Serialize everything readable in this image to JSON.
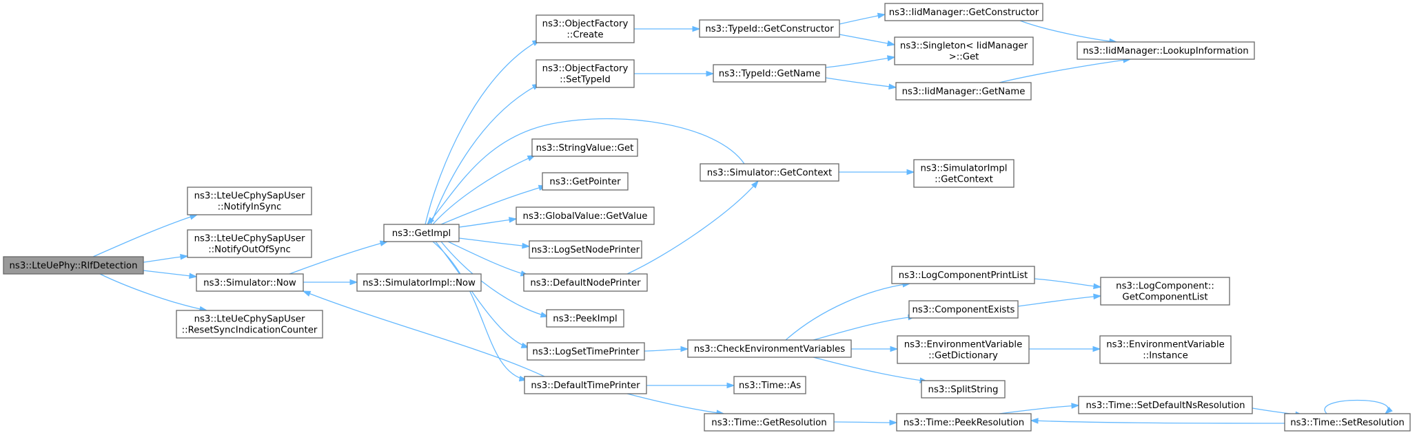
{
  "graph": {
    "nodes": [
      {
        "id": "rlf",
        "lines": [
          "ns3::LteUePhy::RlfDetection"
        ],
        "root": true
      },
      {
        "id": "insync",
        "lines": [
          "ns3::LteUeCphySapUser",
          "::NotifyInSync"
        ]
      },
      {
        "id": "outofsync",
        "lines": [
          "ns3::LteUeCphySapUser",
          "::NotifyOutOfSync"
        ]
      },
      {
        "id": "simnow",
        "lines": [
          "ns3::Simulator::Now"
        ]
      },
      {
        "id": "resetsync",
        "lines": [
          "ns3::LteUeCphySapUser",
          "::ResetSyncIndicationCounter"
        ]
      },
      {
        "id": "getimpl",
        "lines": [
          "ns3::GetImpl"
        ]
      },
      {
        "id": "simimplnow",
        "lines": [
          "ns3::SimulatorImpl::Now"
        ]
      },
      {
        "id": "ofcreate",
        "lines": [
          "ns3::ObjectFactory",
          "::Create"
        ]
      },
      {
        "id": "ofsettypeid",
        "lines": [
          "ns3::ObjectFactory",
          "::SetTypeId"
        ]
      },
      {
        "id": "strget",
        "lines": [
          "ns3::StringValue::Get"
        ]
      },
      {
        "id": "getpointer",
        "lines": [
          "ns3::GetPointer"
        ]
      },
      {
        "id": "gvgetvalue",
        "lines": [
          "ns3::GlobalValue::GetValue"
        ]
      },
      {
        "id": "logsetnode",
        "lines": [
          "ns3::LogSetNodePrinter"
        ]
      },
      {
        "id": "defnode",
        "lines": [
          "ns3::DefaultNodePrinter"
        ]
      },
      {
        "id": "peekimpl",
        "lines": [
          "ns3::PeekImpl"
        ]
      },
      {
        "id": "logsettime",
        "lines": [
          "ns3::LogSetTimePrinter"
        ]
      },
      {
        "id": "deftime",
        "lines": [
          "ns3::DefaultTimePrinter"
        ]
      },
      {
        "id": "tidctor",
        "lines": [
          "ns3::TypeId::GetConstructor"
        ]
      },
      {
        "id": "tidname",
        "lines": [
          "ns3::TypeId::GetName"
        ]
      },
      {
        "id": "simctx",
        "lines": [
          "ns3::Simulator::GetContext"
        ]
      },
      {
        "id": "checkenv",
        "lines": [
          "ns3::CheckEnvironmentVariables"
        ]
      },
      {
        "id": "timeas",
        "lines": [
          "ns3::Time::As"
        ]
      },
      {
        "id": "timegetres",
        "lines": [
          "ns3::Time::GetResolution"
        ]
      },
      {
        "id": "iidctor",
        "lines": [
          "ns3::IidManager::GetConstructor"
        ]
      },
      {
        "id": "singleton",
        "lines": [
          "ns3::Singleton< IidManager",
          ">::Get"
        ]
      },
      {
        "id": "iidname",
        "lines": [
          "ns3::IidManager::GetName"
        ]
      },
      {
        "id": "simimplctx",
        "lines": [
          "ns3::SimulatorImpl",
          "::GetContext"
        ]
      },
      {
        "id": "logcompprint",
        "lines": [
          "ns3::LogComponentPrintList"
        ]
      },
      {
        "id": "compexists",
        "lines": [
          "ns3::ComponentExists"
        ]
      },
      {
        "id": "envgetdict",
        "lines": [
          "ns3::EnvironmentVariable",
          "::GetDictionary"
        ]
      },
      {
        "id": "splitstring",
        "lines": [
          "ns3::SplitString"
        ]
      },
      {
        "id": "peekres",
        "lines": [
          "ns3::Time::PeekResolution"
        ]
      },
      {
        "id": "iidlookup",
        "lines": [
          "ns3::IidManager::LookupInformation"
        ]
      },
      {
        "id": "logcomplist",
        "lines": [
          "ns3::LogComponent::",
          "GetComponentList"
        ]
      },
      {
        "id": "envinstance",
        "lines": [
          "ns3::EnvironmentVariable",
          "::Instance"
        ]
      },
      {
        "id": "setdefns",
        "lines": [
          "ns3::Time::SetDefaultNsResolution"
        ]
      },
      {
        "id": "setres",
        "lines": [
          "ns3::Time::SetResolution"
        ]
      }
    ],
    "edges": [
      [
        "rlf",
        "insync"
      ],
      [
        "rlf",
        "outofsync"
      ],
      [
        "rlf",
        "simnow"
      ],
      [
        "rlf",
        "resetsync"
      ],
      [
        "simnow",
        "getimpl"
      ],
      [
        "simnow",
        "simimplnow"
      ],
      [
        "getimpl",
        "ofcreate"
      ],
      [
        "getimpl",
        "ofsettypeid"
      ],
      [
        "getimpl",
        "strget"
      ],
      [
        "getimpl",
        "getpointer"
      ],
      [
        "getimpl",
        "gvgetvalue"
      ],
      [
        "getimpl",
        "logsetnode"
      ],
      [
        "getimpl",
        "defnode"
      ],
      [
        "getimpl",
        "peekimpl"
      ],
      [
        "getimpl",
        "logsettime"
      ],
      [
        "getimpl",
        "deftime"
      ],
      [
        "ofcreate",
        "tidctor"
      ],
      [
        "ofsettypeid",
        "tidname"
      ],
      [
        "tidctor",
        "iidctor"
      ],
      [
        "tidctor",
        "singleton"
      ],
      [
        "tidname",
        "singleton"
      ],
      [
        "tidname",
        "iidname"
      ],
      [
        "iidctor",
        "iidlookup"
      ],
      [
        "iidname",
        "iidlookup"
      ],
      [
        "simctx",
        "getimpl"
      ],
      [
        "simctx",
        "simimplctx"
      ],
      [
        "defnode",
        "simctx"
      ],
      [
        "logsettime",
        "checkenv"
      ],
      [
        "checkenv",
        "logcompprint"
      ],
      [
        "checkenv",
        "compexists"
      ],
      [
        "checkenv",
        "envgetdict"
      ],
      [
        "checkenv",
        "splitstring"
      ],
      [
        "logcompprint",
        "logcomplist"
      ],
      [
        "compexists",
        "logcomplist"
      ],
      [
        "envgetdict",
        "envinstance"
      ],
      [
        "deftime",
        "simnow"
      ],
      [
        "deftime",
        "timeas"
      ],
      [
        "deftime",
        "timegetres"
      ],
      [
        "timegetres",
        "peekres"
      ],
      [
        "peekres",
        "setdefns"
      ],
      [
        "setdefns",
        "setres"
      ],
      [
        "setres",
        "peekres"
      ],
      [
        "setres",
        "setres"
      ]
    ]
  }
}
